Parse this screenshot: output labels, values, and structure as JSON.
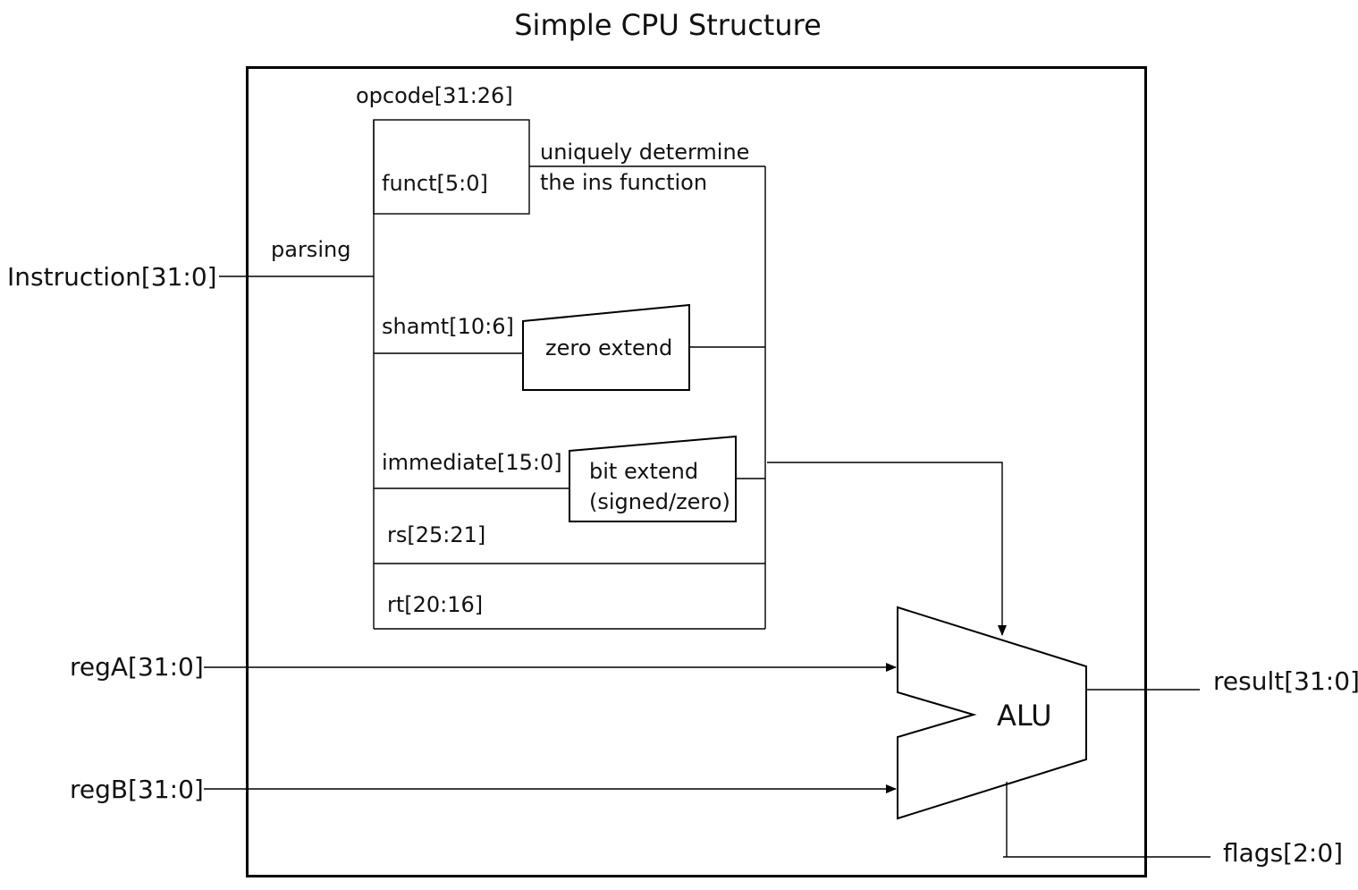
{
  "title": "Simple CPU Structure",
  "inputs": {
    "instruction": "Instruction[31:0]",
    "reg_a": "regA[31:0]",
    "reg_b": "regB[31:0]"
  },
  "outputs": {
    "result": "result[31:0]",
    "flags": "flags[2:0]"
  },
  "parser": {
    "parsing_label": "parsing",
    "opcode": "opcode[31:26]",
    "funct": "funct[5:0]",
    "determine_line1": "uniquely determine",
    "determine_line2": "the ins function",
    "shamt": "shamt[10:6]",
    "immediate": "immediate[15:0]",
    "rs": "rs[25:21]",
    "rt": "rt[20:16]"
  },
  "blocks": {
    "zero_extend": "zero extend",
    "bit_extend_line1": "bit extend",
    "bit_extend_line2": "(signed/zero)",
    "alu": "ALU"
  }
}
